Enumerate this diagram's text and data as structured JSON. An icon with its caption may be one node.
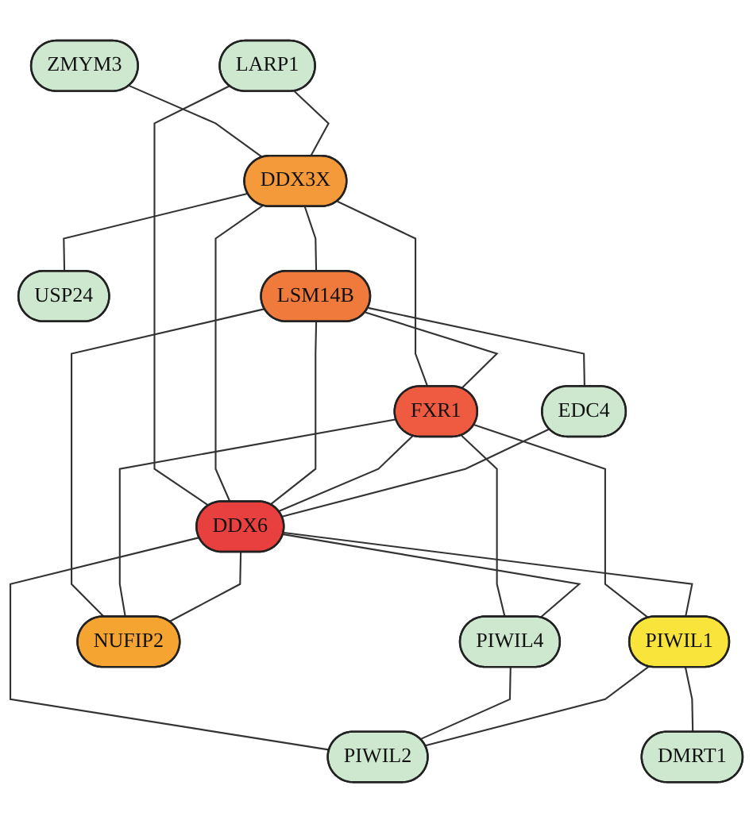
{
  "diagram": {
    "nodes": [
      {
        "text": [
          "ZMYM3"
        ]
      },
      {
        "text": [
          "LARP1"
        ]
      },
      {
        "text": [
          "DDX3X"
        ]
      },
      {
        "text": [
          "USP24"
        ]
      },
      {
        "text": [
          "FXR1"
        ]
      },
      {
        "text": [
          "LSM14B"
        ]
      },
      {
        "text": [
          "EDC4"
        ]
      },
      {
        "text": [
          "PIWIL4"
        ]
      },
      {
        "text": [
          "DDX6"
        ]
      },
      {
        "text": [
          "NUFIP2"
        ]
      },
      {
        "text": [
          "PIWIL1"
        ]
      },
      {
        "text": [
          "PIWIL2"
        ]
      },
      {
        "text": [
          "DMRT1"
        ]
      }
    ],
    "edges": [
      {
        "from": 0,
        "to": 2,
        "arrow": "none"
      },
      {
        "from": 1,
        "to": 2,
        "arrow": "none"
      },
      {
        "from": 2,
        "to": 3,
        "arrow": "none"
      },
      {
        "from": 1,
        "to": 8,
        "arrow": "none"
      },
      {
        "from": 2,
        "to": 5,
        "arrow": "none"
      },
      {
        "from": 2,
        "to": 8,
        "arrow": "none"
      },
      {
        "from": 2,
        "to": 4,
        "arrow": "none"
      },
      {
        "from": 5,
        "to": 4,
        "arrow": "none"
      },
      {
        "from": 5,
        "to": 6,
        "arrow": "none"
      },
      {
        "from": 5,
        "to": 9,
        "arrow": "none"
      },
      {
        "from": 5,
        "to": 8,
        "arrow": "none"
      },
      {
        "from": 4,
        "to": 9,
        "arrow": "none"
      },
      {
        "from": 4,
        "to": 8,
        "arrow": "none"
      },
      {
        "from": 4,
        "to": 10,
        "arrow": "none"
      },
      {
        "from": 4,
        "to": 7,
        "arrow": "none"
      },
      {
        "from": 6,
        "to": 8,
        "arrow": "none"
      },
      {
        "from": 8,
        "to": 7,
        "arrow": "none"
      },
      {
        "from": 8,
        "to": 9,
        "arrow": "none"
      },
      {
        "from": 8,
        "to": 10,
        "arrow": "none"
      },
      {
        "from": 8,
        "to": 11,
        "arrow": "none"
      },
      {
        "from": 7,
        "to": 11,
        "arrow": "none"
      },
      {
        "from": 10,
        "to": 11,
        "arrow": "none"
      },
      {
        "from": 10,
        "to": 12,
        "arrow": "none"
      }
    ]
  }
}
